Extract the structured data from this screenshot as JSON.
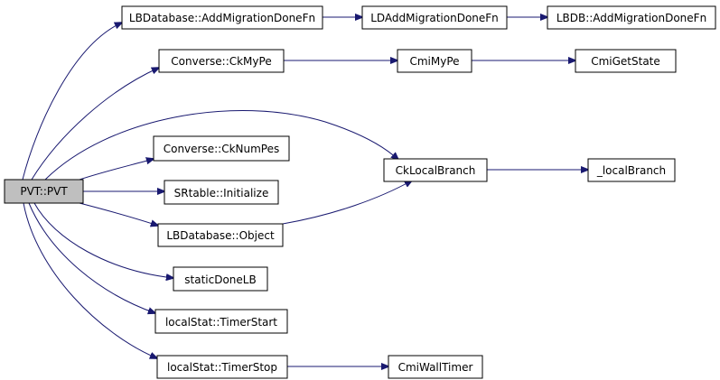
{
  "nodes": {
    "pvt": "PVT::PVT",
    "lbdb_addmig": "LBDatabase::AddMigrationDoneFn",
    "ld_addmig": "LDAddMigrationDoneFn",
    "lbdb2_addmig": "LBDB::AddMigrationDoneFn",
    "ckmype": "Converse::CkMyPe",
    "cmimype": "CmiMyPe",
    "cmigetstate": "CmiGetState",
    "cknumpes": "Converse::CkNumPes",
    "cklocalbranch": "CkLocalBranch",
    "localbranch": "_localBranch",
    "srtable_init": "SRtable::Initialize",
    "lbdb_object": "LBDatabase::Object",
    "staticdonelb": "staticDoneLB",
    "timerstart": "localStat::TimerStart",
    "timerstop": "localStat::TimerStop",
    "cmiwalltimer": "CmiWallTimer"
  },
  "colors": {
    "edge": "#191970",
    "root_fill": "#bfbfbf"
  }
}
